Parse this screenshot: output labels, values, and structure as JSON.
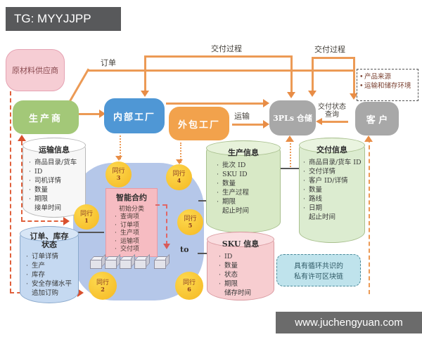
{
  "badges": {
    "top_left": "TG: MYYJJPP",
    "bottom_right": "www.juchengyuan.com"
  },
  "nodes": {
    "supplier": "原材料供应商",
    "producer": "生产商",
    "internal_factory": "内部工厂",
    "outsourced_factory": "外包工厂",
    "warehouse": "3PLs 仓储",
    "customer": "客 户"
  },
  "edge_labels": {
    "order": "订单",
    "delivery_process_1": "交付过程",
    "delivery_process_2": "交付过程",
    "transport": "运输",
    "query_line1": "交付状态",
    "query_line2": "查询",
    "to": "to"
  },
  "annotation": {
    "items": [
      "产品来源",
      "运输和储存环境"
    ]
  },
  "smart_contract": {
    "title": "智能合约",
    "subtitle": "初始分类",
    "items": [
      "查询项",
      "订单项",
      "生产项",
      "运输项",
      "交付项"
    ]
  },
  "peers": [
    {
      "label": "同行",
      "num": "1"
    },
    {
      "label": "同行",
      "num": "2"
    },
    {
      "label": "同行",
      "num": "3"
    },
    {
      "label": "同行",
      "num": "4"
    },
    {
      "label": "同行",
      "num": "5"
    },
    {
      "label": "同行",
      "num": "6"
    }
  ],
  "cylinders": {
    "transport": {
      "title": "运输信息",
      "items": [
        "商品目录/货车",
        "ID",
        "司机详情",
        "数量",
        "期限",
        "接单时间"
      ]
    },
    "order_inventory": {
      "title": "订单、库存",
      "title2": "状态",
      "items": [
        "订单详情",
        "生产",
        "库存",
        "安全存储水平",
        "追加订购"
      ]
    },
    "production": {
      "title": "生产信息",
      "items": [
        "批次 ID",
        "SKU ID",
        "数量",
        "生产过程",
        "期限",
        "起止时间"
      ]
    },
    "delivery": {
      "title": "交付信息",
      "items": [
        "商品目录/货车 ID",
        "交付详情",
        "客户 ID/详情",
        "数量",
        "路线",
        "日期",
        "起止时间"
      ]
    },
    "sku": {
      "title": "SKU 信息",
      "items": [
        "ID",
        "数量",
        "状态",
        "期限",
        "储存时间"
      ]
    }
  },
  "blockchain_note": {
    "line1": "具有循环共识的",
    "line2": "私有许可区块链"
  },
  "colors": {
    "arrow_orange": "#ec9a55",
    "rail_red": "#e0603c",
    "producer_green": "#a3c878",
    "factory_blue": "#4f97d5",
    "outsource_orange": "#f2a24c",
    "gray_node": "#a8a8a8",
    "supplier_pink": "#f6cdd4",
    "blob_blue": "#b5c7e9",
    "peer_yellow": "#f5b822",
    "contract_pink": "#f6bcc2",
    "note_teal": "#bfe3ec"
  }
}
